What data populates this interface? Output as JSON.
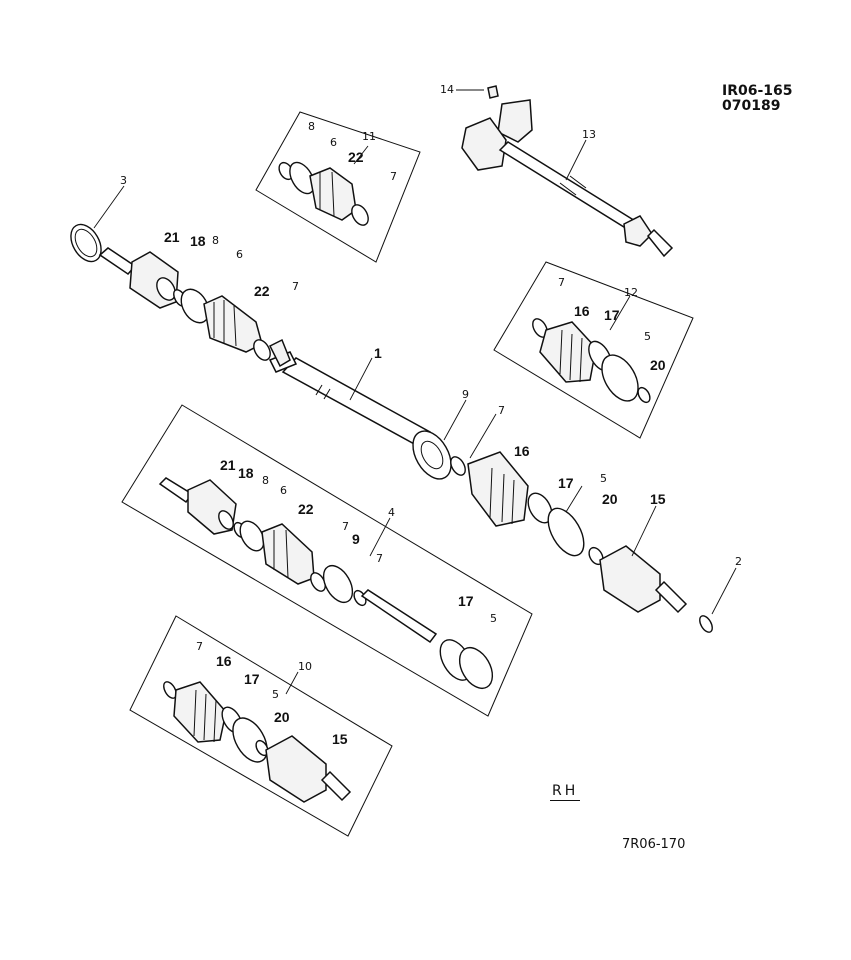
{
  "header": {
    "code": "IR06-165",
    "date": "070189"
  },
  "footer": {
    "figure_ref": "7R06-170"
  },
  "side_label": "RH",
  "callouts": [
    {
      "id": "c1",
      "text": "1"
    },
    {
      "id": "c2",
      "text": "2"
    },
    {
      "id": "c3",
      "text": "3"
    },
    {
      "id": "c4",
      "text": "4"
    },
    {
      "id": "c5a",
      "text": "5"
    },
    {
      "id": "c5b",
      "text": "5"
    },
    {
      "id": "c5c",
      "text": "5"
    },
    {
      "id": "c5d",
      "text": "5"
    },
    {
      "id": "c6a",
      "text": "6"
    },
    {
      "id": "c6b",
      "text": "6"
    },
    {
      "id": "c6c",
      "text": "6"
    },
    {
      "id": "c7a",
      "text": "7"
    },
    {
      "id": "c7b",
      "text": "7"
    },
    {
      "id": "c7c",
      "text": "7"
    },
    {
      "id": "c7d",
      "text": "7"
    },
    {
      "id": "c7e",
      "text": "7"
    },
    {
      "id": "c7f",
      "text": "7"
    },
    {
      "id": "c7g",
      "text": "7"
    },
    {
      "id": "c8a",
      "text": "8"
    },
    {
      "id": "c8b",
      "text": "8"
    },
    {
      "id": "c8c",
      "text": "8"
    },
    {
      "id": "c9a",
      "text": "9"
    },
    {
      "id": "c9b",
      "text": "9"
    },
    {
      "id": "c10",
      "text": "10"
    },
    {
      "id": "c11",
      "text": "11"
    },
    {
      "id": "c12",
      "text": "12"
    },
    {
      "id": "c13",
      "text": "13"
    },
    {
      "id": "c14",
      "text": "14"
    },
    {
      "id": "c15a",
      "text": "15"
    },
    {
      "id": "c15b",
      "text": "15"
    },
    {
      "id": "c16a",
      "text": "16"
    },
    {
      "id": "c16b",
      "text": "16"
    },
    {
      "id": "c16c",
      "text": "16"
    },
    {
      "id": "c17a",
      "text": "17"
    },
    {
      "id": "c17b",
      "text": "17"
    },
    {
      "id": "c17c",
      "text": "17"
    },
    {
      "id": "c17d",
      "text": "17"
    },
    {
      "id": "c18a",
      "text": "18"
    },
    {
      "id": "c18b",
      "text": "18"
    },
    {
      "id": "c20a",
      "text": "20"
    },
    {
      "id": "c20b",
      "text": "20"
    },
    {
      "id": "c20c",
      "text": "20"
    },
    {
      "id": "c21a",
      "text": "21"
    },
    {
      "id": "c21b",
      "text": "21"
    },
    {
      "id": "c22a",
      "text": "22"
    },
    {
      "id": "c22b",
      "text": "22"
    },
    {
      "id": "c22c",
      "text": "22"
    }
  ]
}
